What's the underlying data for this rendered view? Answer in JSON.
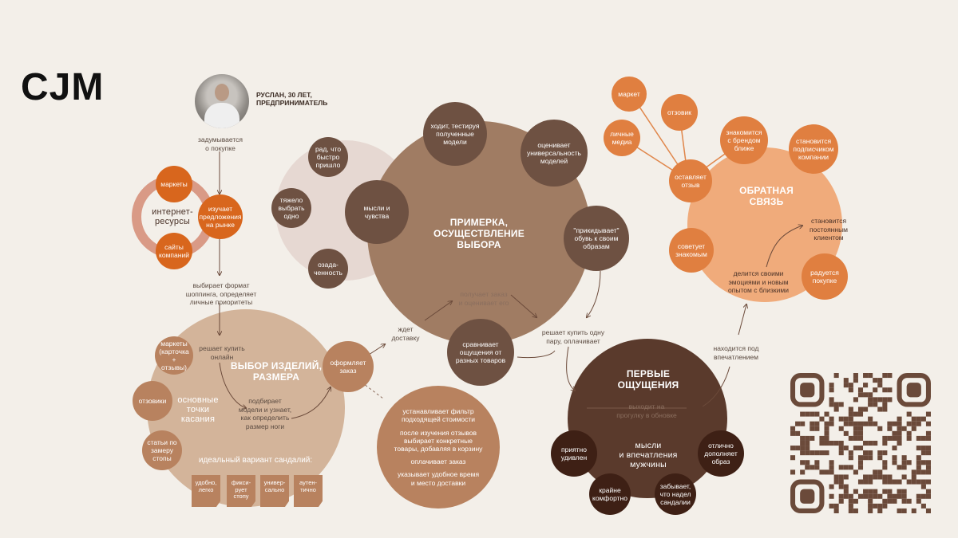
{
  "logo": "CJM",
  "persona": {
    "name": "РУСЛАН, 30 ЛЕТ,\nПРЕДПРИНИМАТЕЛЬ"
  },
  "colors": {
    "bg": "#f3efe9",
    "orange": "#d8661d",
    "ring": "#d99a86",
    "beige": "#d3b49a",
    "brown": "#a07c63",
    "dark": "#5a3a2c",
    "peach": "#f0ab7b",
    "coral": "#e07f40",
    "mauve": "#e6d8d2"
  },
  "flow": {
    "think": "задумывается\nо покупке",
    "choose_format": "выбирает формат\nшоппинга, определяет\nличные приоритеты",
    "decide_online": "решает купить\nонлайн",
    "select_model": "подбирает\nмодели и узнает,\nкак определить\nразмер ноги",
    "wait_delivery": "ждет\nдоставку",
    "receive": "получает заказ\nи оценивает его",
    "buy_pair": "решает купить одну\nпару, оплачивает",
    "walk": "выходит на\nпрогулку в обновке",
    "at_impression": "находится под\nвпечатлением",
    "share": "делится своими\nэмоциями и новым\nопытом с близкими",
    "regular": "становится\nпостоянным\nклиентом"
  },
  "internet": {
    "title": "интернет-\nресурсы",
    "study": "изучает\nпредложения\nна рынке",
    "markets": "маркеты",
    "sites": "сайты\nкомпаний"
  },
  "selection": {
    "title": "ВЫБОР ИЗДЕЛИЙ,\nРАЗМЕРА",
    "touchpoints": "основные\nточки\nкасания",
    "markets": "маркеты\n(карточка\n+ отзывы)",
    "reviews": "отзовики",
    "articles": "статьи по\nзамеру\nстопы",
    "order": "оформляет\nзаказ",
    "ideal": "идеальный вариант сандалий:",
    "tags": [
      "удобно,\nлегко",
      "фикси-\nрует\nстопу",
      "универ-\nсально",
      "аутен-\nтично"
    ]
  },
  "checkout": {
    "steps": [
      "устанавливает фильтр\nподходящей стоимости",
      "после изучения отзывов\nвыбирает конкретные\nтовары, добавляя в корзину",
      "оплачивает заказ",
      "указывает удобное время\nи место доставки"
    ]
  },
  "feelings": {
    "happy": "рад, что\nбыстро\nпришло",
    "hard": "тяжело\nвыбрать\nодно",
    "puzzled": "озада-\nченность",
    "thoughts": "мысли и\nчувства"
  },
  "fitting": {
    "title": "ПРИМЕРКА,\nОСУЩЕСТВЛЕНИЕ\nВЫБОРА",
    "walks": "ходит, тестируя\nполученные\nмодели",
    "versatility": "оценивает\nуниверсальность\nмоделей",
    "tries": "\"прикидывает\"\nобувь к своим\nобразам",
    "compares": "сравнивает\nощущения от\nразных товаров"
  },
  "first": {
    "title": "ПЕРВЫЕ\nОЩУЩЕНИЯ",
    "thoughts": "мысли\nи впечатления\nмужчины",
    "surprised": "приятно\nудивлен",
    "comfortable": "крайне\nкомфортно",
    "forgets": "забывает,\nчто надел\nсандалии",
    "complements": "отлично\nдополняет\nобраз"
  },
  "feedback": {
    "title": "ОБРАТНАЯ\nСВЯЗЬ",
    "market": "маркет",
    "reviews": "отзовик",
    "media": "личные\nмедиа",
    "leaves": "оставляет\nотзыв",
    "meets": "знакомится\nс брендом\nближе",
    "subscribes": "становится\nподписчиком\nкомпании",
    "advises": "советует\nзнакомым",
    "glad": "радуется\nпокупке"
  }
}
